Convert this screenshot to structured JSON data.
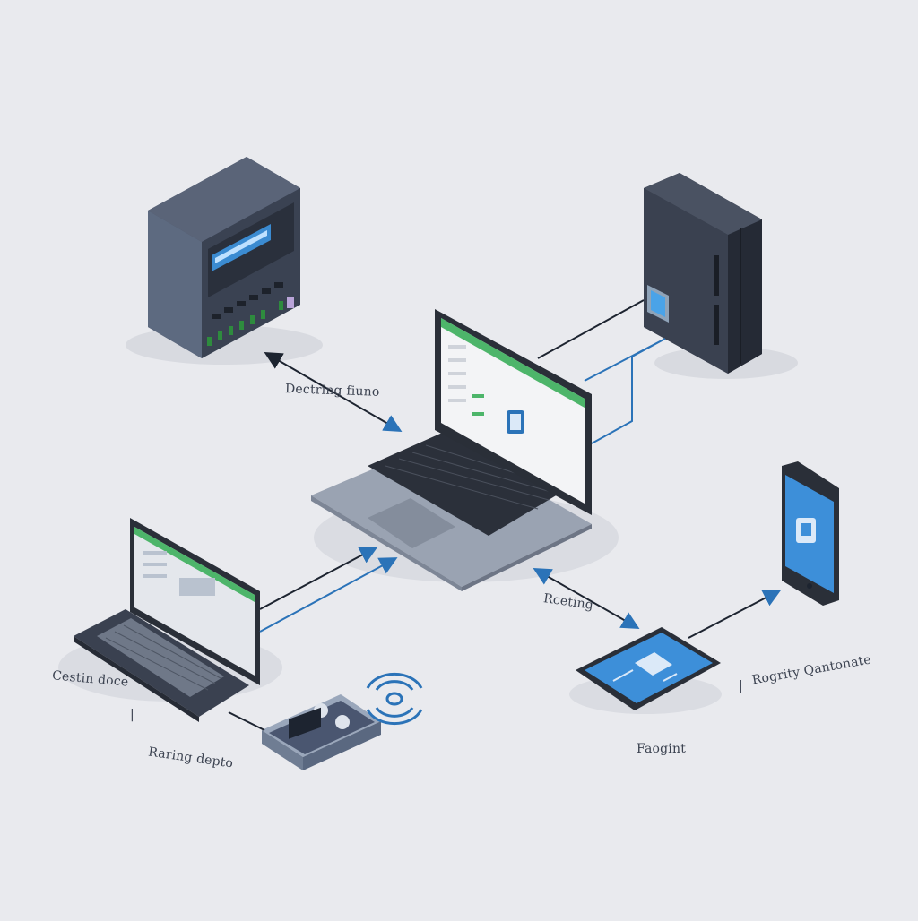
{
  "diagram": {
    "labels": {
      "server_to_laptop": "Dectring fiuno",
      "laptop_to_tablet": "Rceting",
      "bottom_left_a": "Cestin doce",
      "bottom_left_b": "Raring depto",
      "tablet": "Faogint",
      "phone": "Rogrity Qantonate",
      "separator": "|"
    },
    "colors": {
      "background": "#e9eaee",
      "line_dark": "#1d2430",
      "line_blue": "#2b73b8",
      "device_dark": "#3f4a5c",
      "screen_blue": "#3d8fd9"
    },
    "icons": [
      "server-icon",
      "tower-server-icon",
      "laptop-icon",
      "phone-icon",
      "tablet-icon",
      "router-icon",
      "wifi-signal-icon"
    ]
  }
}
